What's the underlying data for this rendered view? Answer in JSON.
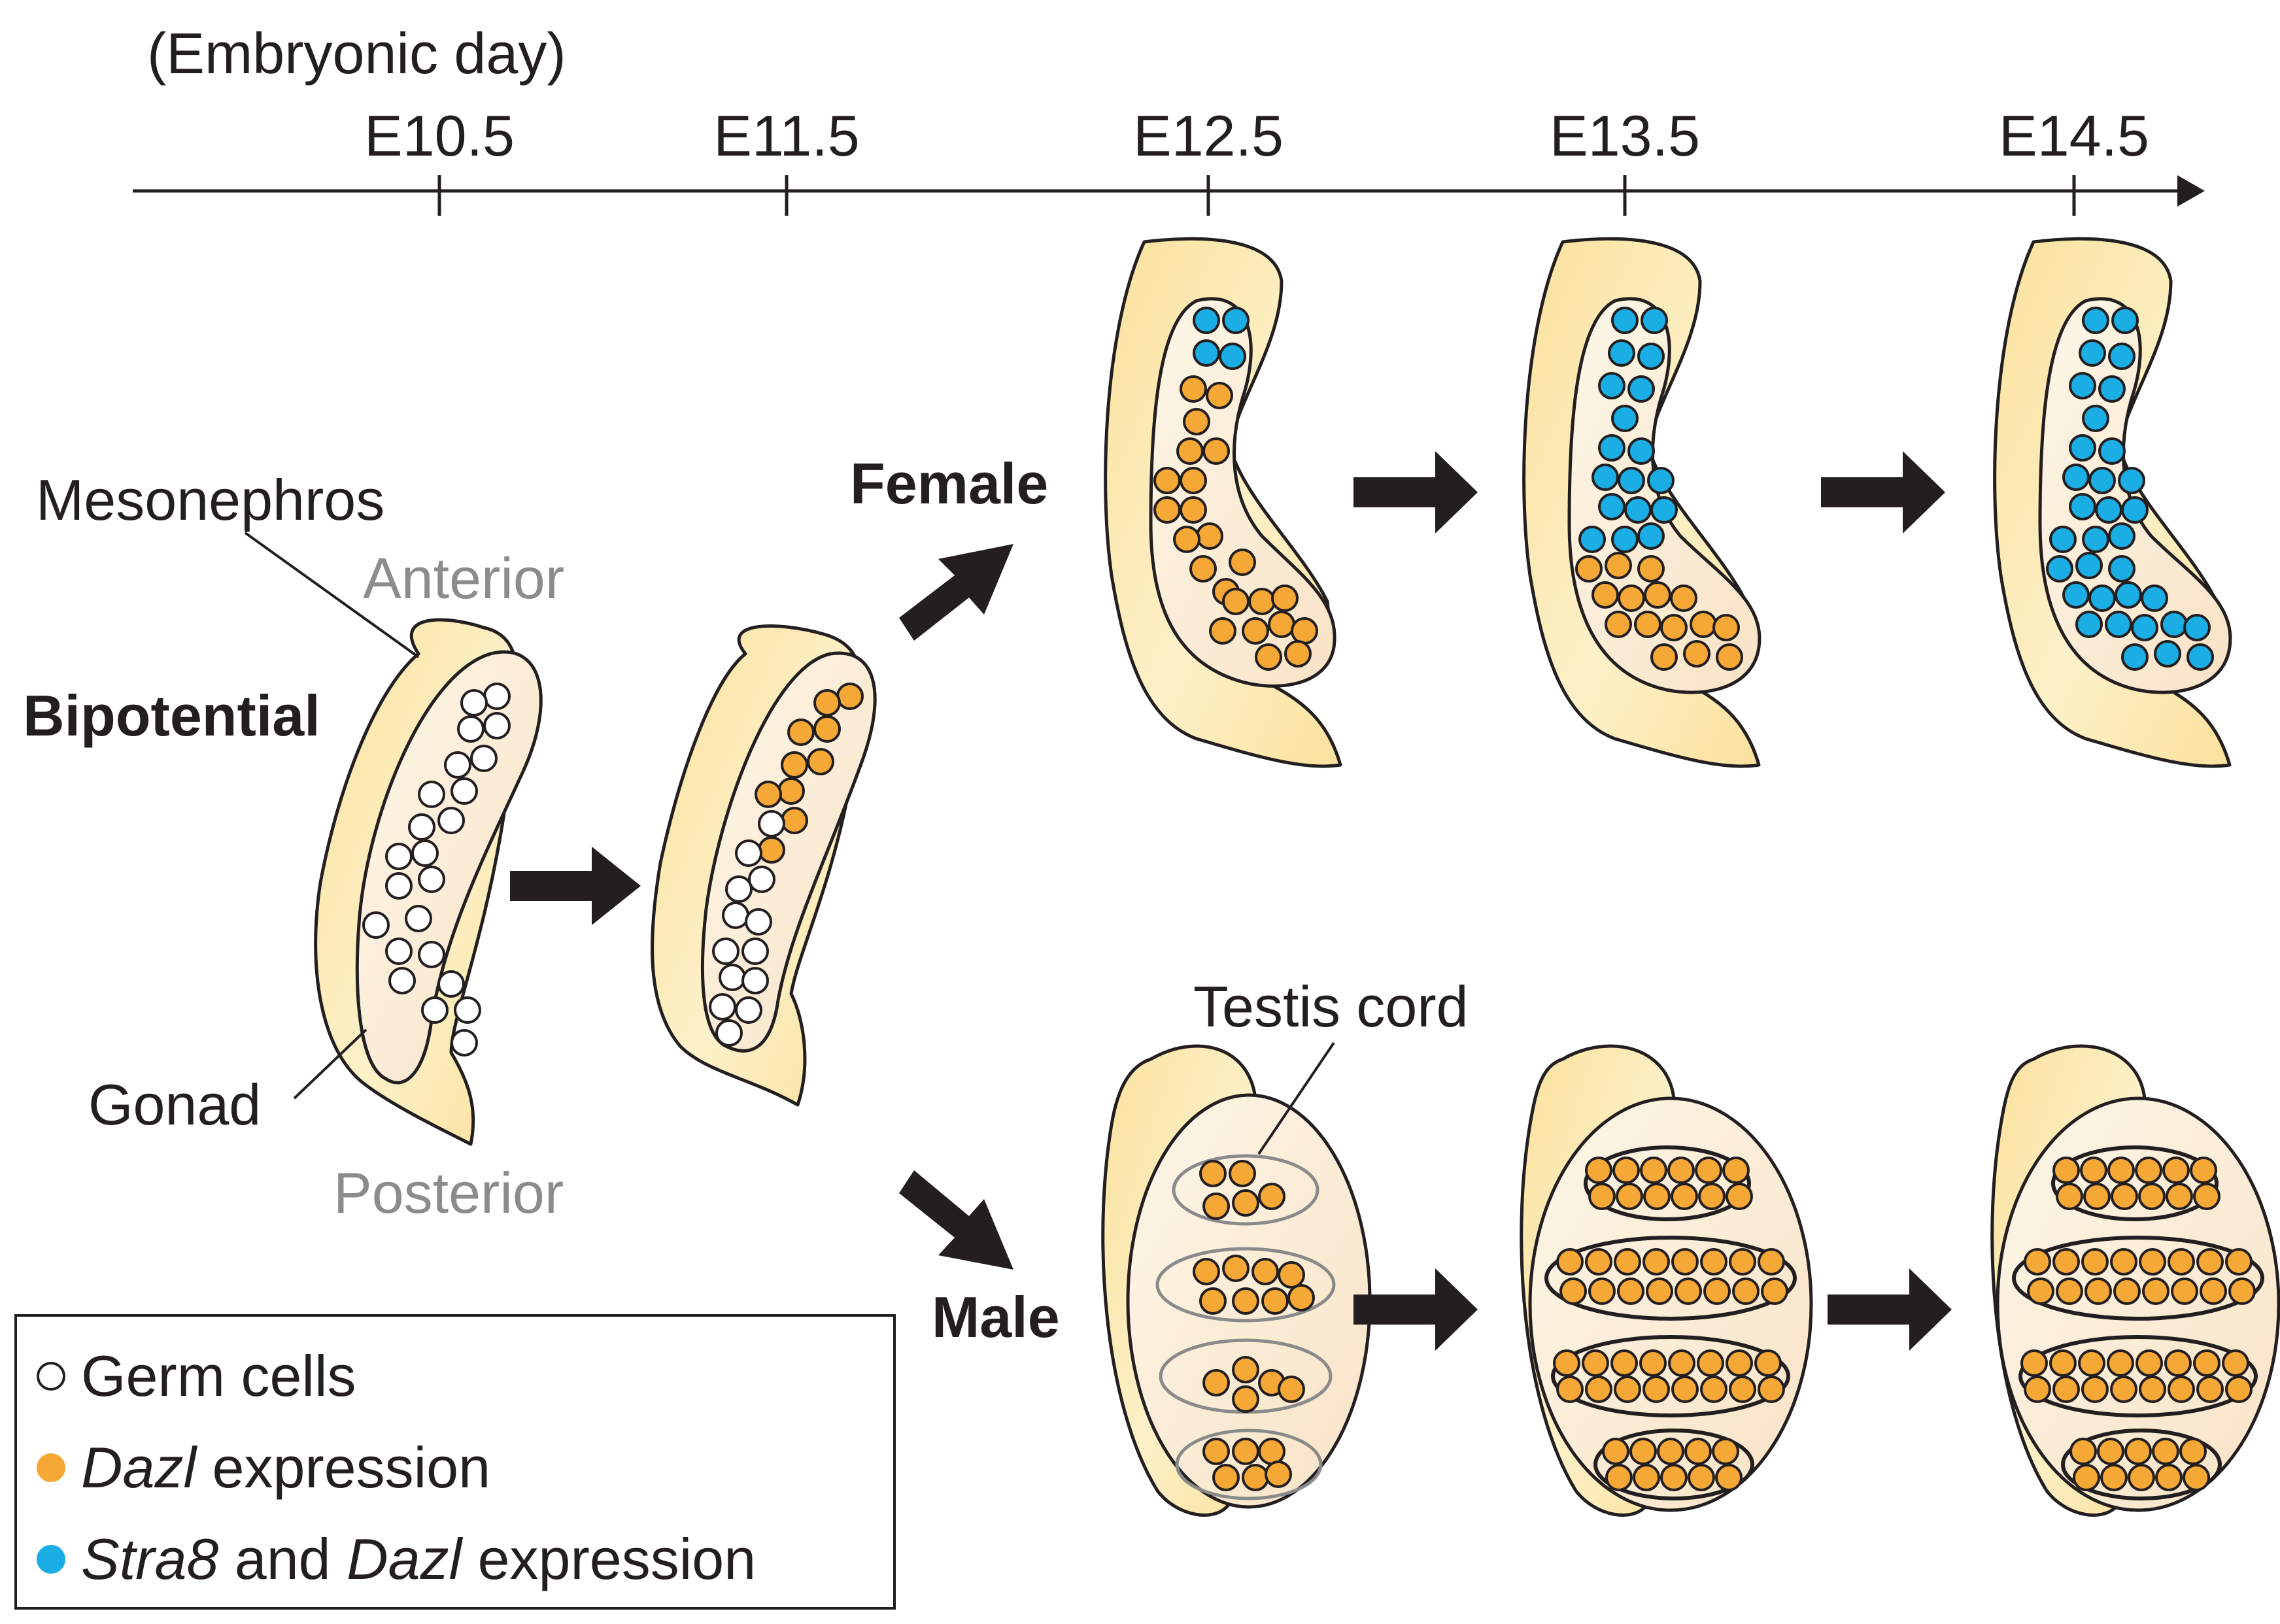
{
  "timeline": {
    "title": "(Embryonic day)",
    "ticks": [
      "E10.5",
      "E11.5",
      "E12.5",
      "E13.5",
      "E14.5"
    ]
  },
  "labels": {
    "bipotential": "Bipotential",
    "female": "Female",
    "male": "Male",
    "mesonephros": "Mesonephros",
    "anterior": "Anterior",
    "posterior": "Posterior",
    "gonad": "Gonad",
    "testis_cord": "Testis cord"
  },
  "legend": {
    "germ_cells": "Germ cells",
    "dazl_gene": "Dazl",
    "dazl_suffix": " expression",
    "stra8_gene": "Stra8",
    "stra8_and": " and ",
    "stra8_dazl_gene": "Dazl",
    "stra8_suffix": " expression"
  },
  "colors": {
    "germ_cell": "#ffffff",
    "dazl": "#f6a837",
    "stra8_dazl": "#1aaee4",
    "mesonephros": "#fbe3a2",
    "gonad": "#fcebd6",
    "outline": "#231f20"
  }
}
